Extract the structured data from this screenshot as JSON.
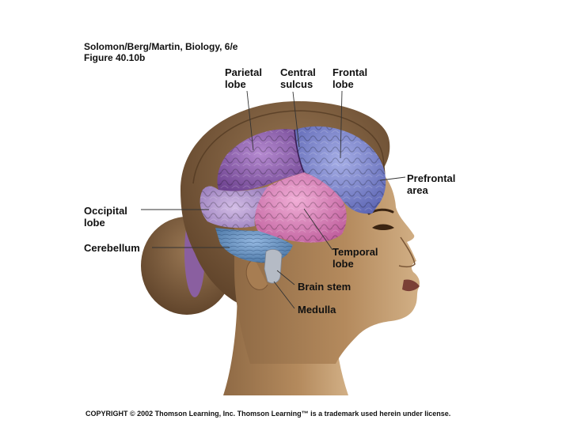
{
  "header": {
    "line1": "Solomon/Berg/Martin, Biology, 6/e",
    "line2": "Figure 40.10b"
  },
  "labels": {
    "parietal_lobe": [
      "Parietal",
      "lobe"
    ],
    "central_sulcus": [
      "Central",
      "sulcus"
    ],
    "frontal_lobe": [
      "Frontal",
      "lobe"
    ],
    "prefrontal_area": [
      "Prefrontal",
      "area"
    ],
    "occipital_lobe": [
      "Occipital",
      "lobe"
    ],
    "cerebellum": "Cerebellum",
    "temporal_lobe": [
      "Temporal",
      "lobe"
    ],
    "brain_stem": "Brain stem",
    "medulla": "Medulla"
  },
  "copyright": "COPYRIGHT © 2002 Thomson Learning, Inc. Thomson Learning™ is a trademark used herein under license.",
  "colors": {
    "hair": "#7a5c3e",
    "skin": "#bb9467",
    "frontal": "#7c86cc",
    "parietal": "#9568b0",
    "occipital": "#b59ad2",
    "temporal": "#d884b8",
    "cerebellum": "#6b94c8",
    "brainstem": "#b5bbc5"
  }
}
